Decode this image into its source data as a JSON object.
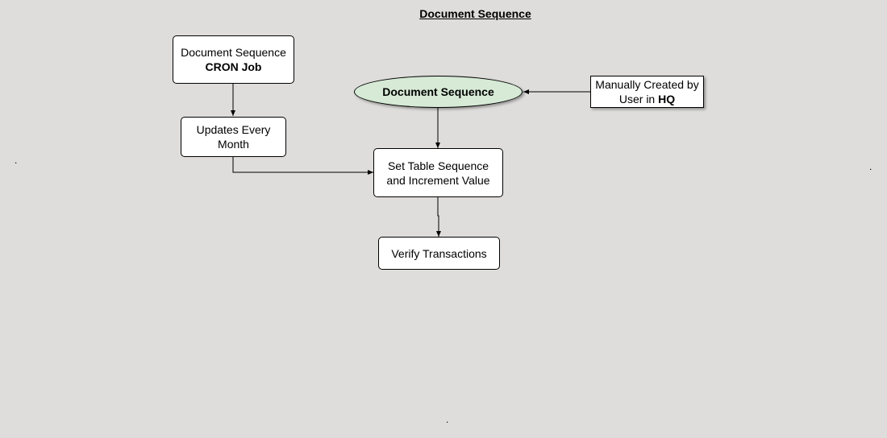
{
  "diagram": {
    "title": "Document Sequence",
    "nodes": {
      "cron_job": {
        "line1": "Document Sequence",
        "line2": "CRON Job"
      },
      "updates_monthly": {
        "line1": "Updates Every",
        "line2": "Month"
      },
      "document_sequence": {
        "label": "Document Sequence"
      },
      "manually_created": {
        "line1": "Manually Created by",
        "line2_prefix": "User in ",
        "line2_bold": "HQ"
      },
      "set_table_sequence": {
        "line1": "Set Table Sequence",
        "line2": "and Increment Value"
      },
      "verify_transactions": {
        "label": "Verify Transactions"
      }
    },
    "edges": [
      {
        "from": "cron_job",
        "to": "updates_monthly"
      },
      {
        "from": "updates_monthly",
        "to": "set_table_sequence"
      },
      {
        "from": "manually_created",
        "to": "document_sequence"
      },
      {
        "from": "document_sequence",
        "to": "set_table_sequence"
      },
      {
        "from": "set_table_sequence",
        "to": "verify_transactions"
      }
    ],
    "stray_marks": [
      ".",
      ".",
      "."
    ],
    "colors": {
      "background": "#dedddb",
      "ellipse_fill": "#d6ead5",
      "box_fill": "#ffffff",
      "line": "#000000"
    }
  }
}
